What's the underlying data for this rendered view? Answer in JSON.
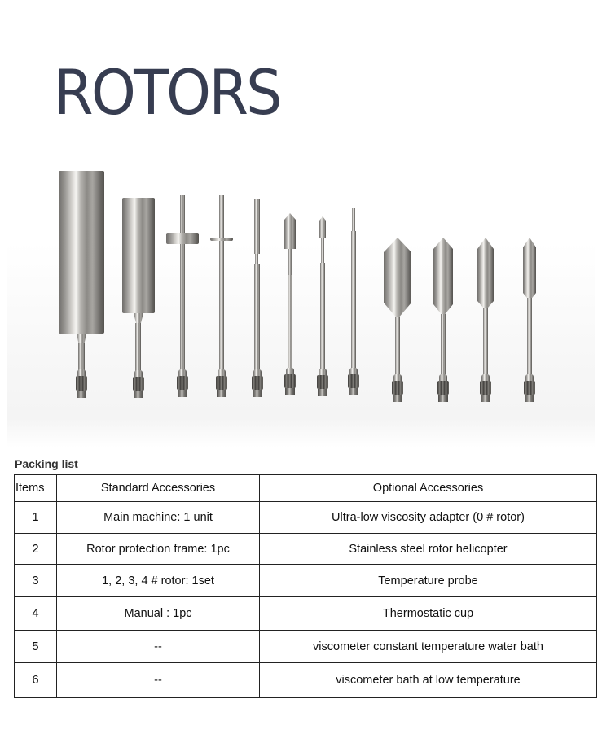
{
  "heading": {
    "title": "ROTORS",
    "color": "#373d51"
  },
  "photo": {
    "description": "Twelve stainless steel viscometer rotors arranged left to right",
    "rotors": [
      {
        "id": 1,
        "shape": "large-cylinder"
      },
      {
        "id": 2,
        "shape": "medium-cylinder"
      },
      {
        "id": 3,
        "shape": "disc"
      },
      {
        "id": 4,
        "shape": "thin-disc"
      },
      {
        "id": 5,
        "shape": "rod"
      },
      {
        "id": 6,
        "shape": "small-pointed-cylinder"
      },
      {
        "id": 7,
        "shape": "small-pointed-rod"
      },
      {
        "id": 8,
        "shape": "thin-needle"
      },
      {
        "id": 9,
        "shape": "large-cone-cylinder"
      },
      {
        "id": 10,
        "shape": "medium-cone-cylinder"
      },
      {
        "id": 11,
        "shape": "small-cone-cylinder"
      },
      {
        "id": 12,
        "shape": "slim-cone-cylinder"
      }
    ]
  },
  "packing": {
    "label": "Packing list",
    "headers": [
      "Items",
      "Standard Accessories",
      "Optional Accessories"
    ],
    "rows": [
      {
        "item": "1",
        "standard": "Main machine: 1 unit",
        "optional": "Ultra-low viscosity adapter (0 # rotor)"
      },
      {
        "item": "2",
        "standard": "Rotor protection frame: 1pc",
        "optional": "Stainless steel rotor helicopter"
      },
      {
        "item": "3",
        "standard": "1, 2, 3, 4 # rotor: 1set",
        "optional": "Temperature probe"
      },
      {
        "item": "4",
        "standard": "Manual : 1pc",
        "optional": "Thermostatic cup"
      },
      {
        "item": "5",
        "standard": "--",
        "optional": "viscometer constant temperature water bath"
      },
      {
        "item": "6",
        "standard": "--",
        "optional": "viscometer bath at low temperature"
      }
    ]
  }
}
